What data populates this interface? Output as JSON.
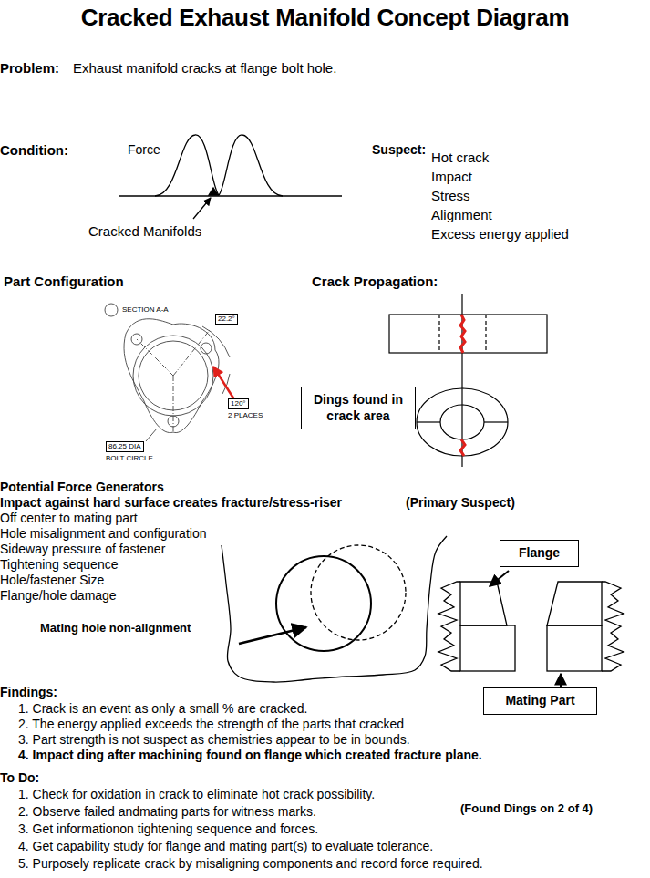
{
  "diagram": {
    "title": "Cracked Exhaust Manifold Concept Diagram",
    "nodes": [
      {
        "text": [
          "Dings found in crack area"
        ]
      },
      {
        "text": [
          "Flange"
        ]
      },
      {
        "text": [
          "Mating Part"
        ]
      }
    ],
    "labels": [
      "Problem:",
      "Exhaust manifold cracks at flange bolt hole.",
      "Condition:",
      "Force",
      "Suspect:",
      "Hot crack",
      "Impact",
      "Stress",
      "Alignment",
      "Excess energy applied",
      "Cracked Manifolds",
      "Part Configuration",
      "Crack Propagation:",
      "SECTION A-A",
      "22.2°",
      "120°",
      "2 PLACES",
      "86.25 DIA",
      "BOLT CIRCLE",
      "Potential Force Generators",
      "Impact against hard surface creates fracture/stress-riser",
      "(Primary Suspect)",
      "Off center to mating part",
      "Hole misalignment and configuration",
      "Sideway pressure of fastener",
      "Tightening sequence",
      "Hole/fastener Size",
      "Flange/hole damage",
      "Mating hole non-alignment",
      "Findings:",
      "1. Crack is an event as only a small % are cracked.",
      "2. The energy applied exceeds the strength of the parts that cracked",
      "3. Part strength is not suspect as chemistries appear to be in bounds.",
      "4. Impact ding after machining found on flange which created fracture plane.",
      "To Do:",
      "1. Check for oxidation in crack to eliminate hot crack possibility.",
      "2. Observe failed andmating parts for witness marks.",
      "(Found Dings on 2 of 4)",
      "3. Get informationon tightening sequence and forces.",
      "4. Get capability study for flange and mating part(s) to evaluate tolerance.",
      "5. Purposely replicate crack by misaligning components and record force required."
    ]
  }
}
